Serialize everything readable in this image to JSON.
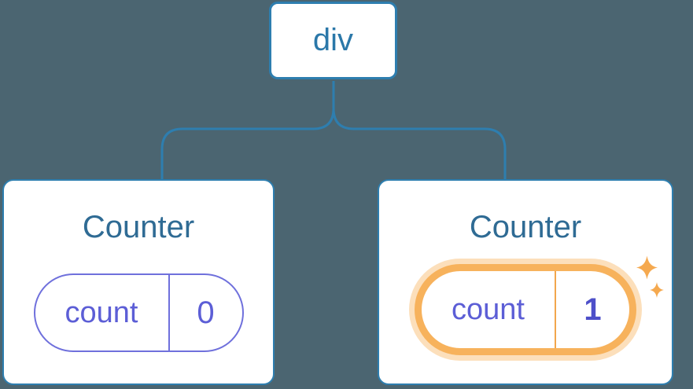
{
  "diagram": {
    "description": "React component tree diagram: a div root with two Counter children; the second Counter's state pill is highlighted to show an updated state value",
    "colors": {
      "background": "#4B6571",
      "tree_blue": "#2E7EAF",
      "component_title": "#2F6B94",
      "state_purple_border": "#6F70DC",
      "state_purple_text": "#5C5ED6",
      "highlight_orange": "#F7B25C",
      "highlight_orange_deep": "#F2A64C",
      "highlight_halo": "rgba(248,185,105,0.45)",
      "sparkle_orange": "#F5A94F",
      "node_fill": "#FFFFFF"
    },
    "root": {
      "label": "div"
    },
    "children": [
      {
        "title": "Counter",
        "state": {
          "key": "count",
          "value": "0"
        },
        "highlighted": false
      },
      {
        "title": "Counter",
        "state": {
          "key": "count",
          "value": "1"
        },
        "highlighted": true,
        "badge_icon": "sparkles-icon"
      }
    ]
  }
}
